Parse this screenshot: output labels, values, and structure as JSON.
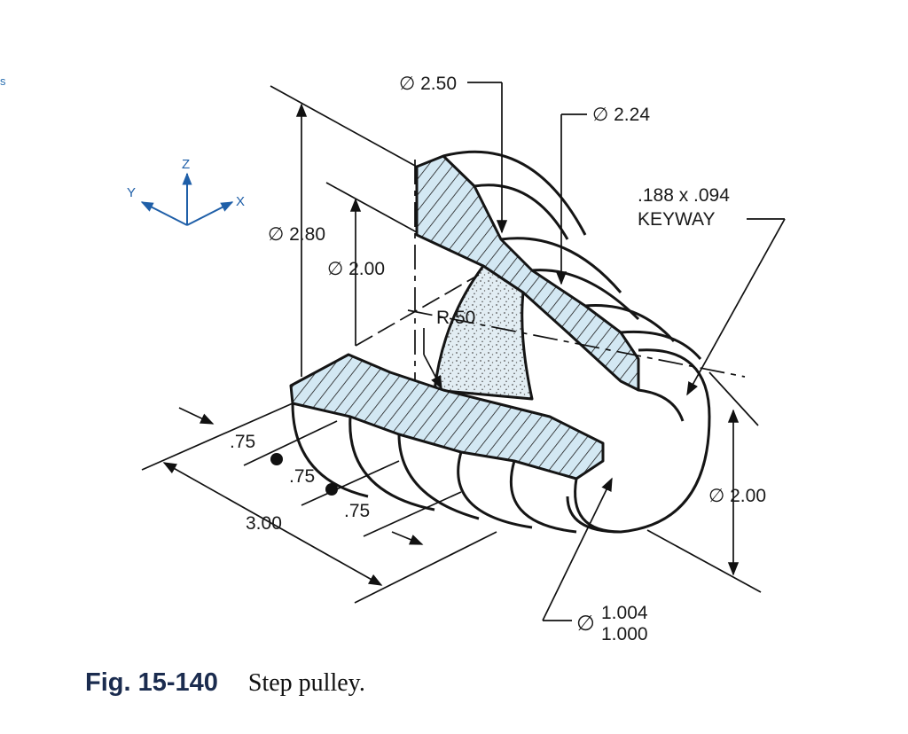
{
  "edge_fragment": "s",
  "axes": {
    "z": "Z",
    "y": "Y",
    "x": "X",
    "color": "#1f5fa8"
  },
  "dimensions": {
    "dia_250": "∅ 2.50",
    "dia_224": "∅ 2.24",
    "keyway_line1": ".188 x .094",
    "keyway_line2": "KEYWAY",
    "dia_280": "∅ 2.80",
    "dia_200_left": "∅ 2.00",
    "r_050": "R.50",
    "len_075_a": ".75",
    "len_075_b": ".75",
    "len_075_c": ".75",
    "len_300": "3.00",
    "dia_200_right": "∅ 2.00",
    "bore_symbol": "∅",
    "bore_max": "1.004",
    "bore_min": "1.000"
  },
  "caption": {
    "number": "Fig. 15-140",
    "title": "Step pulley."
  },
  "colors": {
    "section_fill": "#d3e8f3",
    "line": "#151515",
    "bore_fill": "#d8e6ee"
  }
}
